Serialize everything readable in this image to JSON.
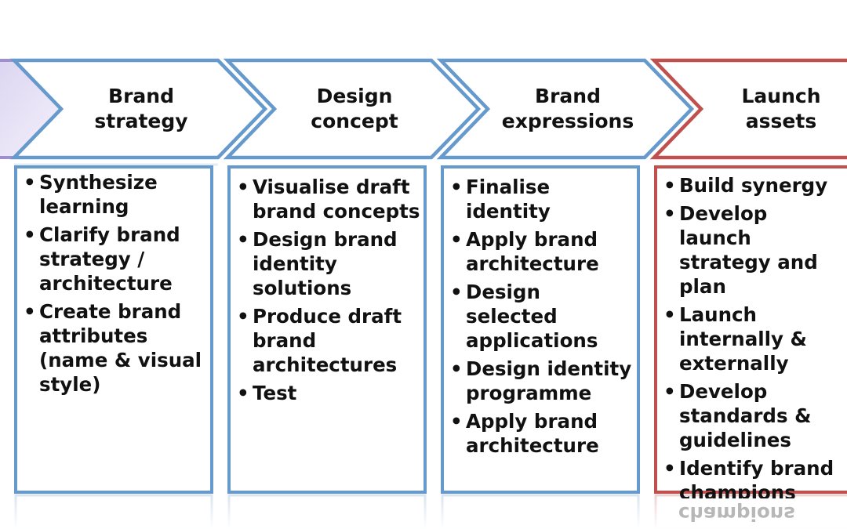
{
  "stages": [
    {
      "title_lines": [
        "Brand",
        "strategy"
      ],
      "border_color": "#6699cc",
      "items": [
        "Synthesize learning",
        "Clarify brand strategy / architecture",
        "Create brand attributes (name & visual style)"
      ]
    },
    {
      "title_lines": [
        "Design",
        "concept"
      ],
      "border_color": "#6699cc",
      "items": [
        "Visualise draft brand concepts",
        "Design brand identity solutions",
        "Produce draft brand architectures",
        "Test"
      ]
    },
    {
      "title_lines": [
        "Brand",
        "expressions"
      ],
      "border_color": "#6699cc",
      "items": [
        "Finalise identity",
        "Apply brand architecture",
        "Design selected applications",
        "Design identity programme",
        "Apply brand architecture"
      ]
    },
    {
      "title_lines": [
        "Launch",
        "assets"
      ],
      "border_color": "#c0504d",
      "items": [
        "Build synergy",
        "Develop launch strategy and plan",
        "Launch internally & externally",
        "Develop standards & guidelines",
        "Identify brand champions"
      ]
    }
  ],
  "reflection_text": "champions",
  "colors": {
    "blue_border": "#6699cc",
    "red_border": "#c0504d",
    "purple_chevron": "#9f8fcf"
  }
}
